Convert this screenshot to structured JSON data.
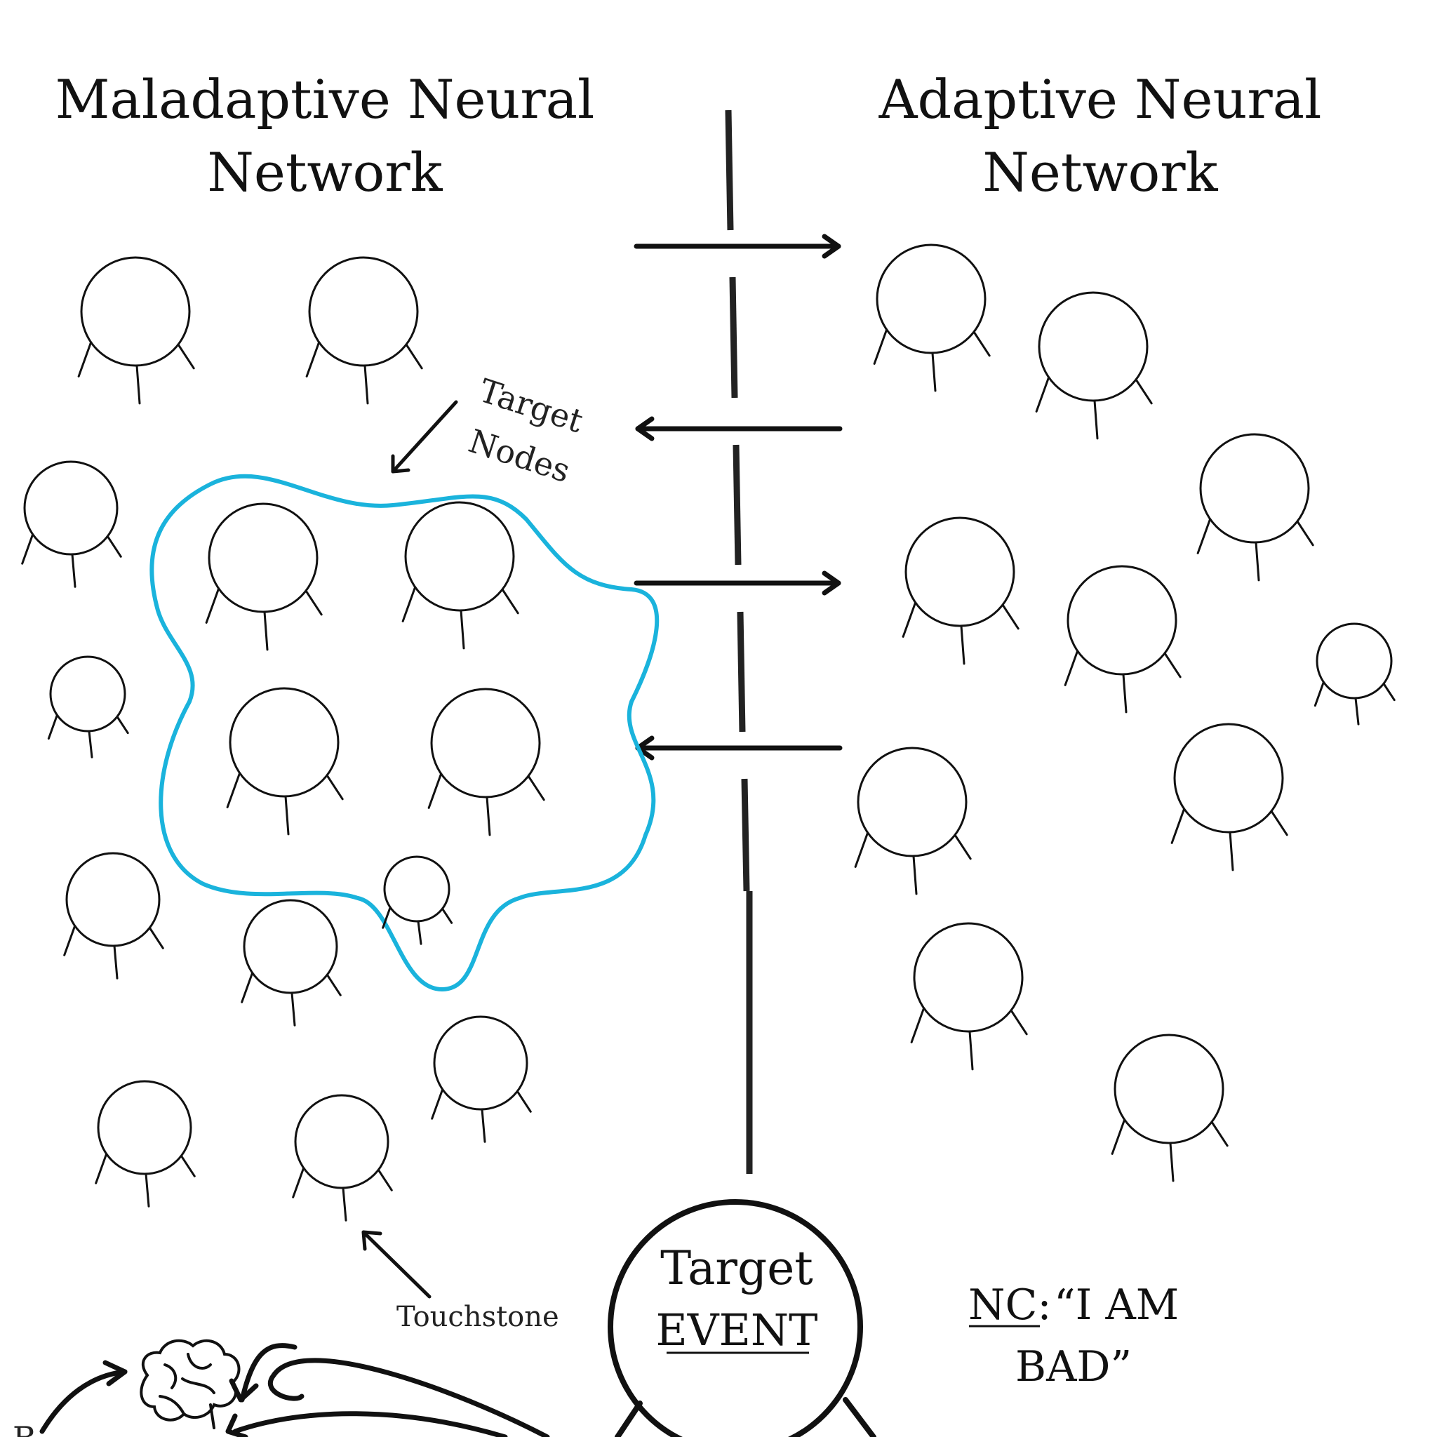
{
  "titles": {
    "left_line1": "Maladaptive Neural",
    "left_line2": "Network",
    "right_line1": "Adaptive Neural",
    "right_line2": "Network"
  },
  "labels": {
    "target_nodes_line1": "Target",
    "target_nodes_line2": "Nodes",
    "touchstone": "Touchstone",
    "event_line1": "Target",
    "event_line2": "EVENT",
    "nc_prefix": "NC:",
    "nc_quote_line1": "“I AM",
    "nc_quote_line2": "BAD”",
    "partial_bottom_left": "B"
  },
  "colors": {
    "ink": "#111111",
    "highlight": "#1ab3dc"
  },
  "icons": {
    "brain": "brain-icon"
  }
}
